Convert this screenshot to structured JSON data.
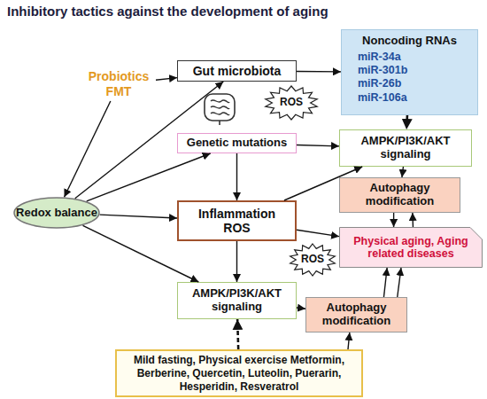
{
  "diagram": {
    "title": "Inhibitory tactics against the development of aging",
    "nodes": [
      {
        "text": [
          "Noncoding RNAs",
          "miR-34a miR-301b miR-26b miR-106a"
        ]
      },
      {
        "text": [
          "Gut microbiota"
        ]
      },
      {
        "text": [
          "Probiotics FMT"
        ]
      },
      {
        "text": [
          "ROS"
        ]
      },
      {
        "text": [
          "Genetic mutations"
        ]
      },
      {
        "text": [
          "AMPK/PI3K/AKT signaling"
        ]
      },
      {
        "text": [
          "Autophagy modification"
        ]
      },
      {
        "text": [
          "Redox balance"
        ]
      },
      {
        "text": [
          "Inflammation ROS"
        ]
      },
      {
        "text": [
          "Physical aging, Aging related diseases"
        ]
      },
      {
        "text": [
          "ROS"
        ]
      },
      {
        "text": [
          "AMPK/PI3K/AKT signaling"
        ]
      },
      {
        "text": [
          "Autophagy modification"
        ]
      },
      {
        "text": [
          "Mild fasting, Physical exercise Metformin, Berberine, Quercetin, Luteolin, Puerarin, Hesperidin, Resveratrol"
        ]
      }
    ],
    "edges": [
      {
        "from": 2,
        "to": 1,
        "arrow": "to"
      },
      {
        "from": 2,
        "to": 7,
        "arrow": "to"
      },
      {
        "from": 7,
        "to": 1,
        "arrow": "to"
      },
      {
        "from": 7,
        "to": 4,
        "arrow": "to"
      },
      {
        "from": 7,
        "to": 8,
        "arrow": "to"
      },
      {
        "from": 7,
        "to": 11,
        "arrow": "to"
      },
      {
        "from": 1,
        "to": 0,
        "arrow": "to"
      },
      {
        "from": 0,
        "to": 5,
        "arrow": "to"
      },
      {
        "from": 4,
        "to": 5,
        "arrow": "to"
      },
      {
        "from": 4,
        "to": 8,
        "arrow": "to"
      },
      {
        "from": 8,
        "to": 5,
        "arrow": "to"
      },
      {
        "from": 8,
        "to": 9,
        "arrow": "to"
      },
      {
        "from": 8,
        "to": 11,
        "arrow": "to"
      },
      {
        "from": 5,
        "to": 6,
        "arrow": "to"
      },
      {
        "from": 6,
        "to": 9,
        "arrow": "to"
      },
      {
        "from": 9,
        "to": 6,
        "arrow": "to"
      },
      {
        "from": 11,
        "to": 12,
        "arrow": "to"
      },
      {
        "from": 12,
        "to": 9,
        "arrow": "to"
      },
      {
        "from": 12,
        "to": 9,
        "arrow": "to"
      },
      {
        "from": 13,
        "to": 12,
        "arrow": "to"
      },
      {
        "from": 13,
        "to": 11,
        "arrow": "to"
      }
    ]
  }
}
